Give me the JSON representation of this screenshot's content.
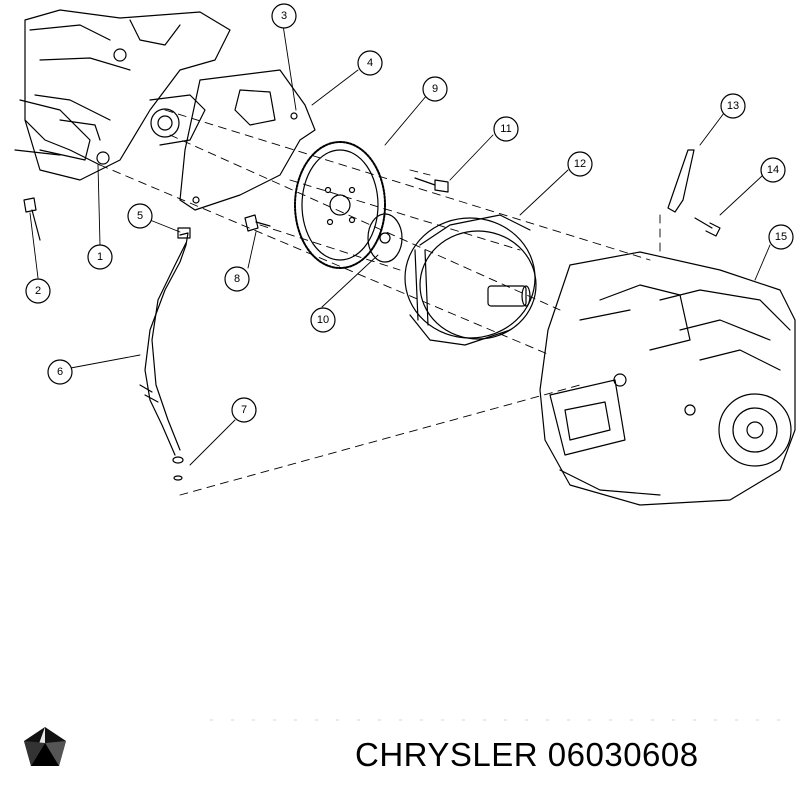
{
  "brand": {
    "text": "CHRYSLER 06030608",
    "logo": "chrysler-pentastar-icon"
  },
  "diagram": {
    "callouts": [
      "1",
      "2",
      "3",
      "4",
      "5",
      "6",
      "7",
      "8",
      "9",
      "10",
      "11",
      "12",
      "13",
      "14",
      "15"
    ]
  },
  "colors": {
    "line": "#000000",
    "background": "#ffffff"
  }
}
